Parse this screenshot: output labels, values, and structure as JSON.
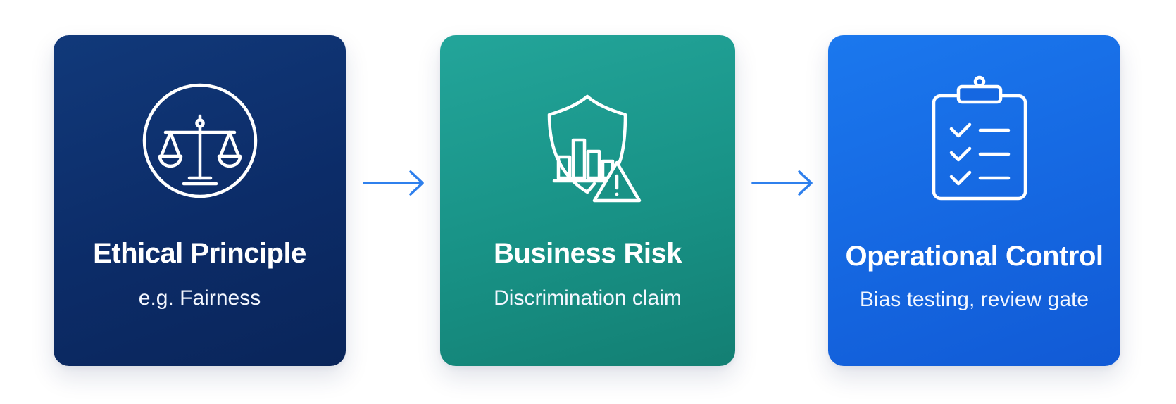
{
  "steps": [
    {
      "title": "Ethical Principle",
      "subtitle": "e.g. Fairness",
      "icon": "scales-of-justice-icon",
      "color": "#0c2c68"
    },
    {
      "title": "Business Risk",
      "subtitle": "Discrimination claim",
      "icon": "shield-chart-warning-icon",
      "color": "#189286"
    },
    {
      "title": "Operational Control",
      "subtitle": "Bias testing, review gate",
      "icon": "clipboard-checklist-icon",
      "color": "#1567e1"
    }
  ],
  "arrows": [
    {
      "icon": "arrow-right-icon",
      "color": "#2f80ed"
    },
    {
      "icon": "arrow-right-icon",
      "color": "#2f80ed"
    }
  ]
}
